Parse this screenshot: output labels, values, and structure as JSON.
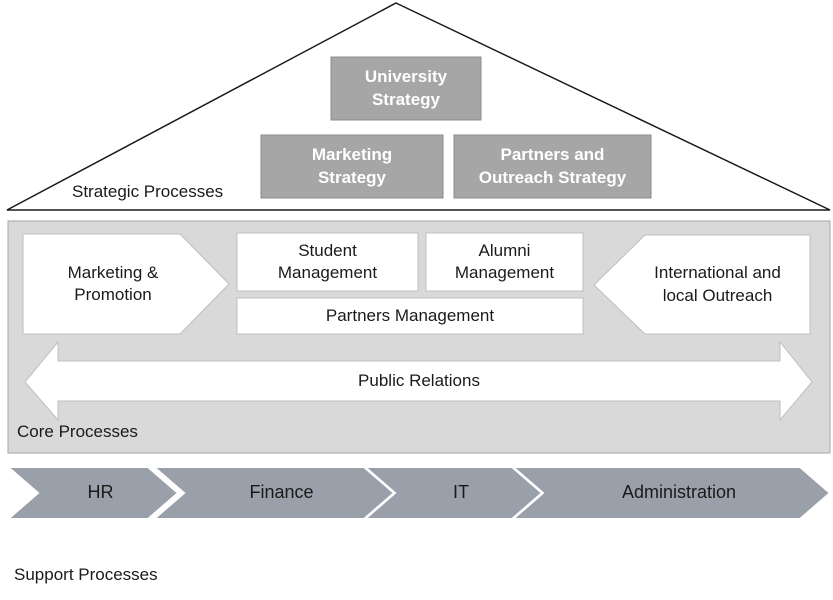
{
  "colors": {
    "strategy_box_fill": "#a6a6a6",
    "strategy_box_stroke": "#8c8c8c",
    "core_panel_fill": "#d9d9d9",
    "core_panel_stroke": "#a6a6a6",
    "core_shape_fill": "#ffffff",
    "support_fill": "#9aa0a9",
    "outline": "#1a1a1a"
  },
  "strategic": {
    "label": "Strategic Processes",
    "boxes": [
      {
        "line1": "University",
        "line2": "Strategy"
      },
      {
        "line1": "Marketing",
        "line2": "Strategy"
      },
      {
        "line1": "Partners and",
        "line2": "Outreach Strategy"
      }
    ]
  },
  "core": {
    "label": "Core Processes",
    "marketing": {
      "line1": "Marketing &",
      "line2": "Promotion"
    },
    "student": {
      "line1": "Student",
      "line2": "Management"
    },
    "alumni": {
      "line1": "Alumni",
      "line2": "Management"
    },
    "partners": "Partners Management",
    "outreach": {
      "line1": "International and",
      "line2": "local Outreach"
    },
    "public_relations": "Public Relations"
  },
  "support": {
    "label": "Support Processes",
    "steps": [
      "HR",
      "Finance",
      "IT",
      "Administration"
    ]
  }
}
